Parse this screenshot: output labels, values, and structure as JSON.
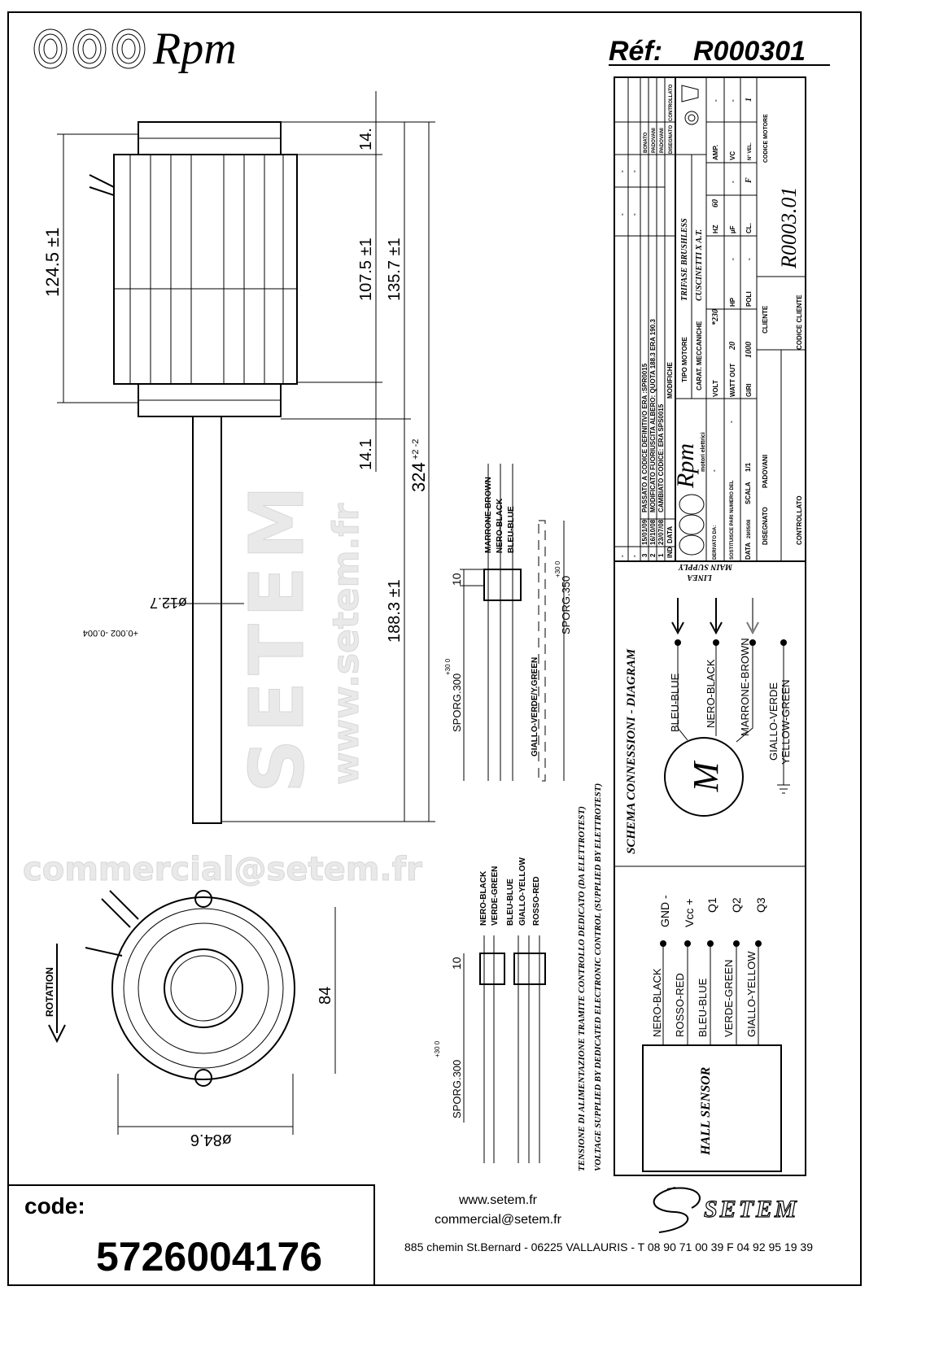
{
  "header": {
    "logo": "Rpm",
    "ref_label": "Réf:",
    "ref_value": "R000301"
  },
  "dimensions": {
    "length_body": "124.5 ±1",
    "top_flange": "14.",
    "body_core": "107.5 ±1",
    "body_total": "135.7 ±1",
    "bottom_flange": "14.1",
    "overall": "324",
    "overall_tol": "+2 -2",
    "shaft_length": "188.3 ±1",
    "shaft_dia": "ø12.7",
    "shaft_tol": "+0.002 -0.004",
    "height_end": "84",
    "dia_end": "ø84.6",
    "rotation": "ROTATION",
    "connector_pitch": "10",
    "sporg_300": "SPORG.300",
    "sporg_350": "SPORG.350",
    "sporg_tol": "+30 0"
  },
  "power_wires": {
    "labels": [
      "MARRONE-BROWN",
      "NERO-BLACK",
      "BLEU-BLUE"
    ],
    "ground": "GIALLO-VERDE/Y.GREEN"
  },
  "hall_wires": {
    "labels": [
      "NERO-BLACK",
      "VERDE-GREEN",
      "BLEU-BLUE",
      "GIALLO-YELLOW",
      "ROSSO-RED"
    ]
  },
  "note": {
    "it": "TENSIONE DI ALIMENTAZIONE TRAMITE CONTROLLO DEDICATO (DA ELETTROTEST)",
    "en": "VOLTAGE SUPPLIED BY DEDICATED ELECTRONIC CONTROL (SUPPLIED BY ELETTROTEST)"
  },
  "title_block": {
    "revisions": [
      {
        "ind": "3",
        "date": "15/01/09",
        "text": "PASSATO A CODICE DEFINITIVO ERA :SPR0015",
        "drawn": "BONATO"
      },
      {
        "ind": "2",
        "date": "16/10/08",
        "text": "MODIFICATO FUORIUSCITA ALBERO: QUOTA 188.3 ERA 190.3",
        "drawn": "PADOVANI"
      },
      {
        "ind": "1",
        "date": "23/07/08",
        "text": "CAMBIATO CODICE: ERA SPS0015",
        "drawn": "PADOVANI"
      }
    ],
    "dash": "-",
    "head_ind": "IND",
    "head_date": "DATA",
    "head_mod": "MODIFICHE",
    "head_drawn": "DISEGNATO",
    "head_checked": "CONTROLLATO",
    "logo": "Rpm",
    "logo_sub": "motori elettrici",
    "tipo_label": "TIPO MOTORE",
    "tipo_value": "TRIFASE BRUSHLESS",
    "carat_label": "CARAT. MECCANICHE",
    "carat_value": "CUSCINETTI X A.T.",
    "volt_label": "VOLT",
    "volt_value": "*230",
    "hz_label": "HZ",
    "hz_value": "60",
    "amp_label": "AMP.",
    "amp_value": "-",
    "watt_label": "WATT OUT",
    "watt_value": "20",
    "hp_label": "HP",
    "hp_value": "-",
    "uf_label": "µF",
    "uf_value": "-",
    "vc_label": "VC",
    "vc_value": "-",
    "giri_label": "GIRI",
    "giri_value": "1000",
    "poli_label": "POLI",
    "poli_value": "-",
    "cl_label": "CL.",
    "cl_value": "F",
    "vel_label": "N° VEL.",
    "vel_value": "1",
    "derivato_label": "DERIVATO DA:",
    "derivato_value": "-",
    "sostituisce_label": "SOSTITUISCE PARI NUMERO DEL",
    "sostituisce_value": "-",
    "data_label": "DATA",
    "data_value": "29/05/08",
    "scala_label": "SCALA",
    "scala_value": "1/1",
    "disegnato_label": "DISEGNATO",
    "disegnato_value": "PADOVANI",
    "controllato_label": "CONTROLLATO",
    "cliente_label": "CLIENTE",
    "codice_cliente_label": "CODICE CLIENTE",
    "codice_motore_label": "CODICE MOTORE",
    "codice_motore_value": "R0003.01"
  },
  "schema": {
    "title": "SCHEMA CONNESSIONI - DIAGRAM",
    "linea": "LINEA",
    "main_supply": "MAIN SUPPLY",
    "motor": "M",
    "wires": [
      "BLEU-BLUE",
      "NERO-BLACK",
      "MARRONE-BROWN"
    ],
    "ground_it": "GIALLO-VERDE",
    "ground_en": "YELLOW-GREEN"
  },
  "hall": {
    "title": "HALL SENSOR",
    "wires": [
      "NERO-BLACK",
      "ROSSO-RED",
      "BLEU-BLUE",
      "VERDE-GREEN",
      "GIALLO-YELLOW"
    ],
    "signals": [
      "GND -",
      "Vcc +",
      "Q1",
      "Q2",
      "Q3"
    ]
  },
  "footer": {
    "code_label": "code:",
    "code_value": "5726004176",
    "web": "www.setem.fr",
    "email": "commercial@setem.fr",
    "address": "885 chemin St.Bernard  -  06225 VALLAURIS  -  T 08 90 71 00 39   F 04 92 95 19 39",
    "brand": "SETEM"
  },
  "watermark": {
    "web": "www.setem.fr",
    "brand": "SETEM",
    "email": "commercial@setem.fr"
  }
}
